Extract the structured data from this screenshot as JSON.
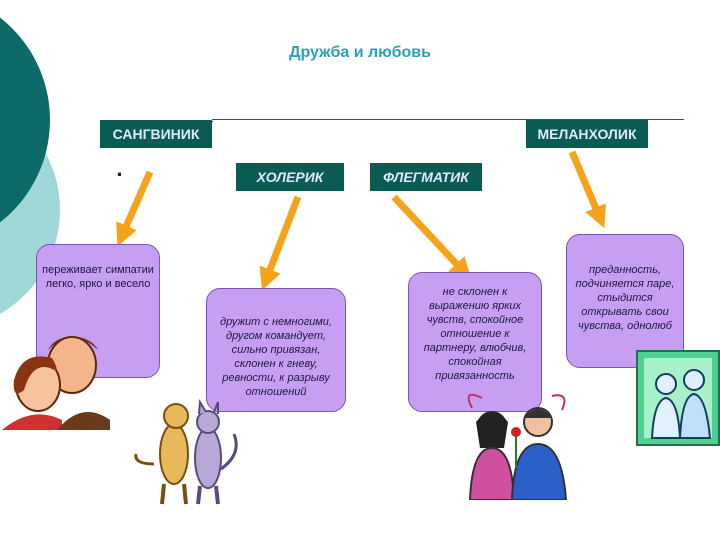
{
  "title": "Дружба и любовь",
  "temperaments": {
    "sanguine": "САНГВИНИК",
    "melancholic": "МЕЛАНХОЛИК",
    "choleric": "ХОЛЕРИК",
    "phlegmatic": "ФЛЕГМАТИК"
  },
  "marker": ".",
  "descriptions": {
    "sanguine": "переживает симпатии легко, ярко и весело",
    "choleric": "дружит с немногими, другом командует, сильно привязан, склонен к гневу, ревности, к разрыву отношений",
    "phlegmatic": "не склонен к выражению ярких чувств, спокойное отношение к партнеру, влюбчив, спокойная привязанность",
    "melancholic": "преданность, подчиняется паре, стыдится открывать свои чувства, однолюб"
  },
  "colors": {
    "header_bg": "#0a5b52",
    "header_text": "#dfe9ff",
    "card_bg": "#c69ff3",
    "arrow": "#f7a21b",
    "title": "#2ca0b8"
  },
  "illustrations": [
    "couple-clipart",
    "cat-dog-clipart",
    "romantic-couple-clipart",
    "couple-window-clipart"
  ]
}
